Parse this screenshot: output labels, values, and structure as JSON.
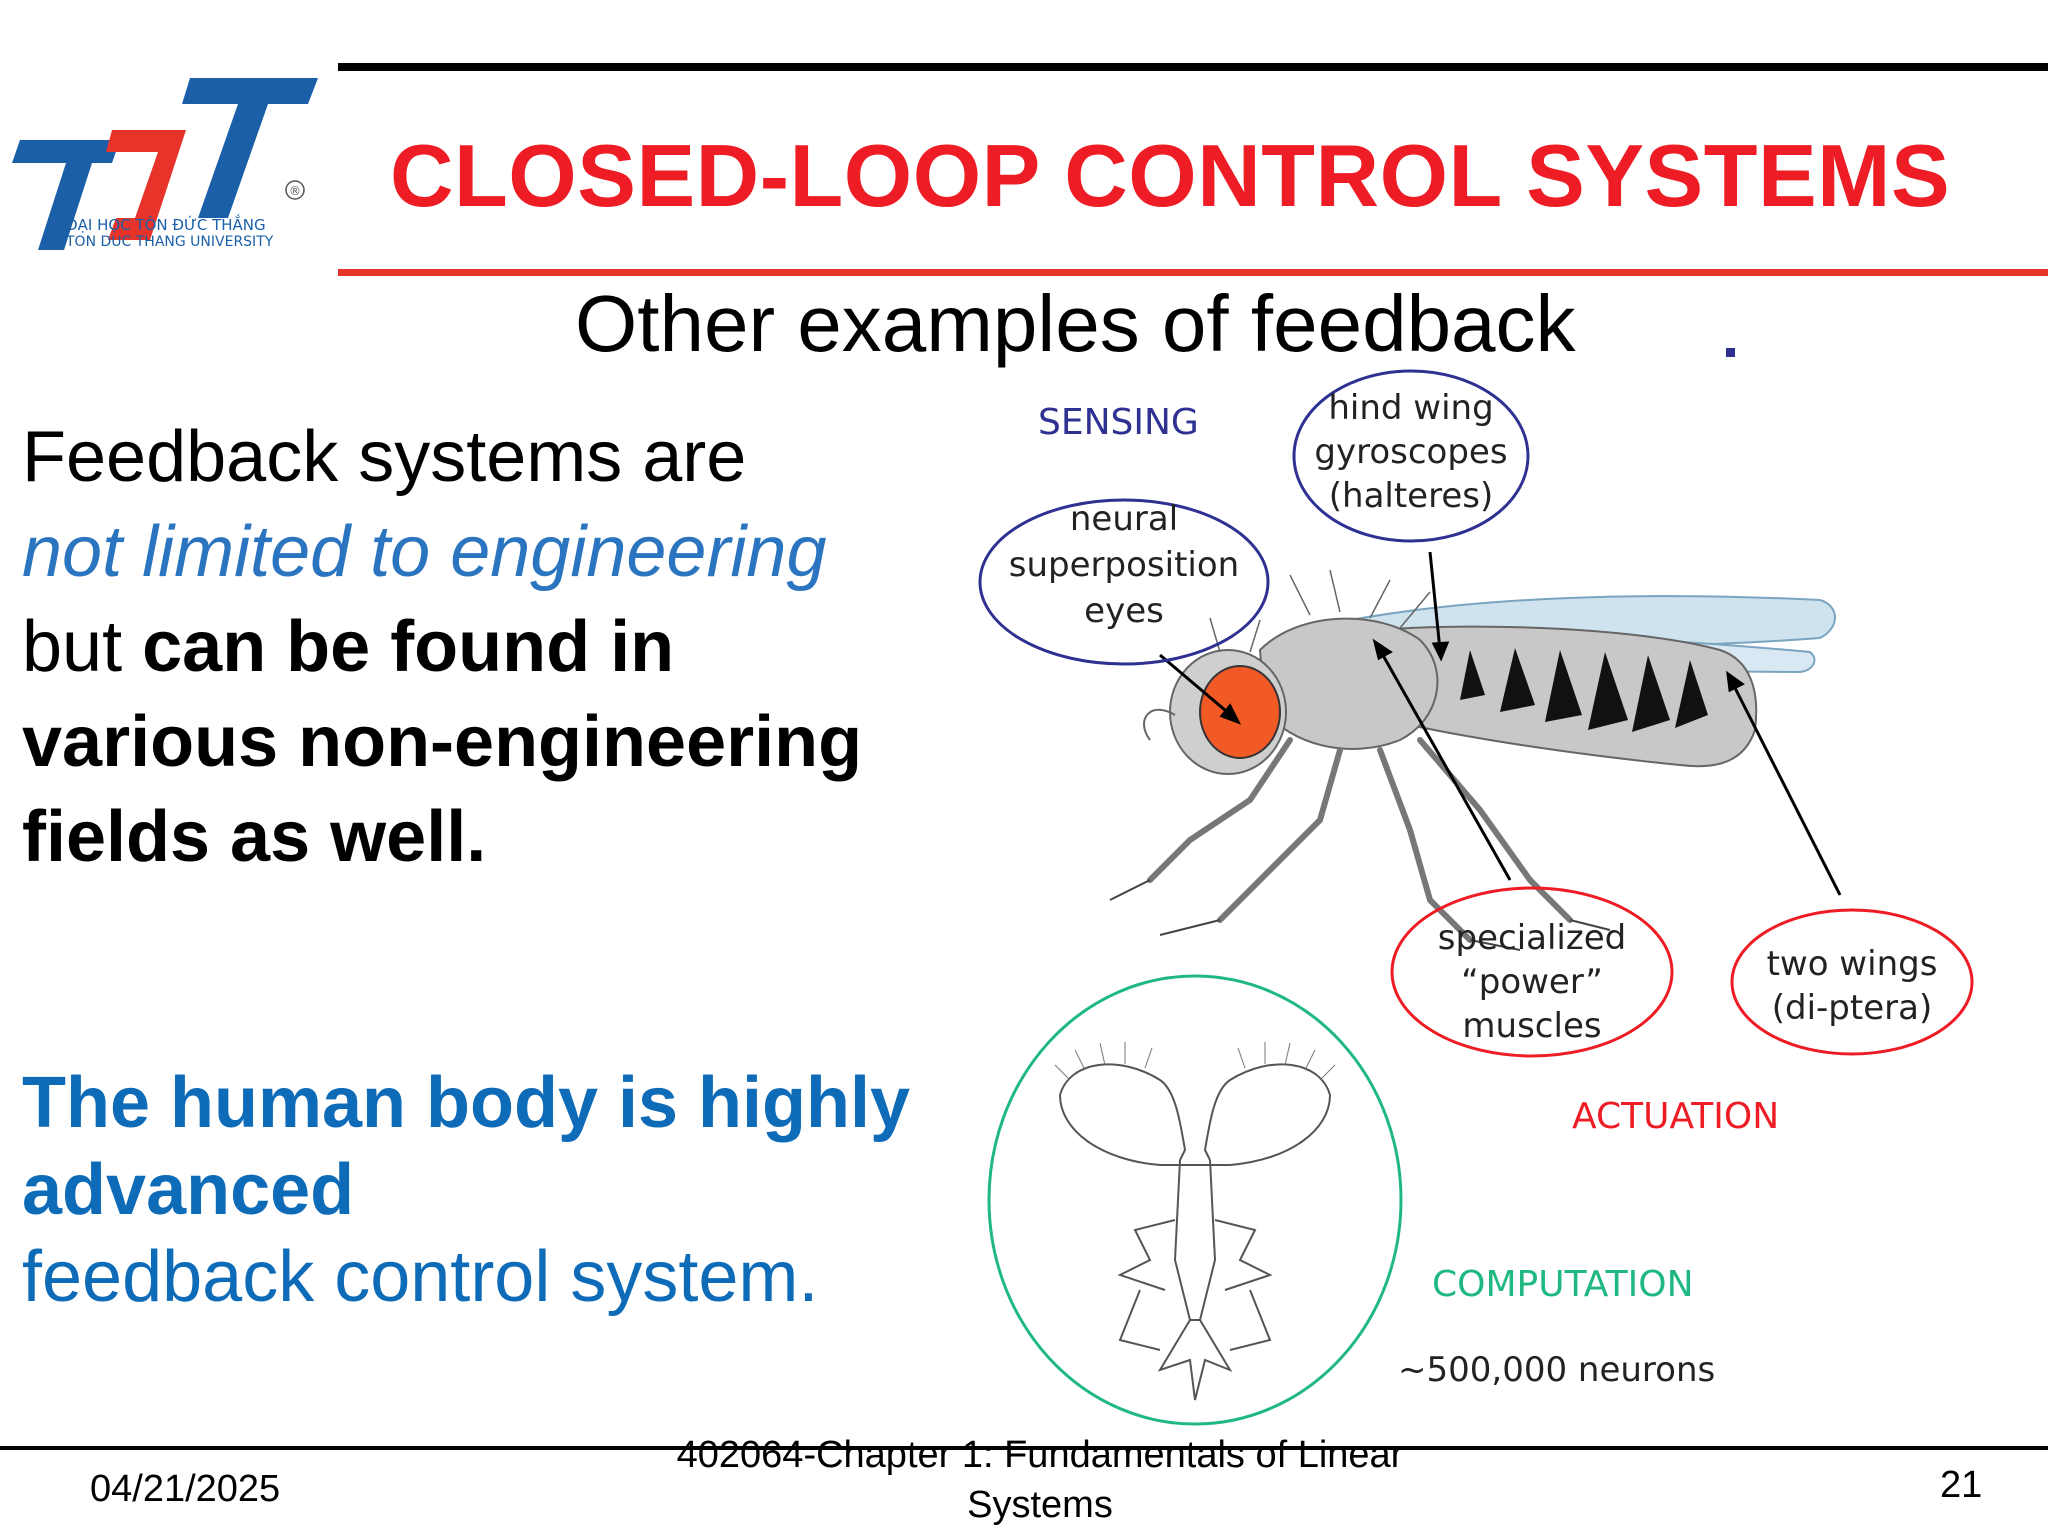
{
  "logo": {
    "mark": "TDT",
    "line1": "ĐẠI HỌC TÔN ĐỨC THẮNG",
    "line2": "TON DUC THANG UNIVERSITY",
    "registered": "®",
    "colors": {
      "blue": "#1a5fa8",
      "red": "#e8332a"
    }
  },
  "header": {
    "title": "CLOSED-LOOP CONTROL SYSTEMS",
    "subtitle": "Other examples of feedback",
    "colors": {
      "title": "#ee1c24",
      "top_rule": "#000000",
      "bottom_rule": "#e8332a"
    }
  },
  "body": {
    "p1_plain1": "Feedback systems are",
    "p1_italic": "not limited to engineering",
    "p1_plain2": "but",
    "p1_bold": "can be found in various non-engineering fields as well.",
    "p2_bold": "The human body is highly advanced",
    "p2_plain": "feedback control system."
  },
  "figure": {
    "sensing": "SENSING",
    "halteres": [
      "hind wing",
      "gyroscopes",
      "(halteres)"
    ],
    "eyes": [
      "neural",
      "superposition",
      "eyes"
    ],
    "muscles": [
      "specialized",
      "“power”",
      "muscles"
    ],
    "wings": [
      "two wings",
      "(di-ptera)"
    ],
    "actuation": "ACTUATION",
    "computation": "COMPUTATION",
    "neurons": "~500,000 neurons",
    "colors": {
      "sensing": "#2e3192",
      "actuation": "#ee1c24",
      "computation": "#1fb880",
      "eye": "#f15a24"
    }
  },
  "footer": {
    "date": "04/21/2025",
    "course": "402064-Chapter 1: Fundamentals of Linear Systems",
    "page": "21"
  }
}
